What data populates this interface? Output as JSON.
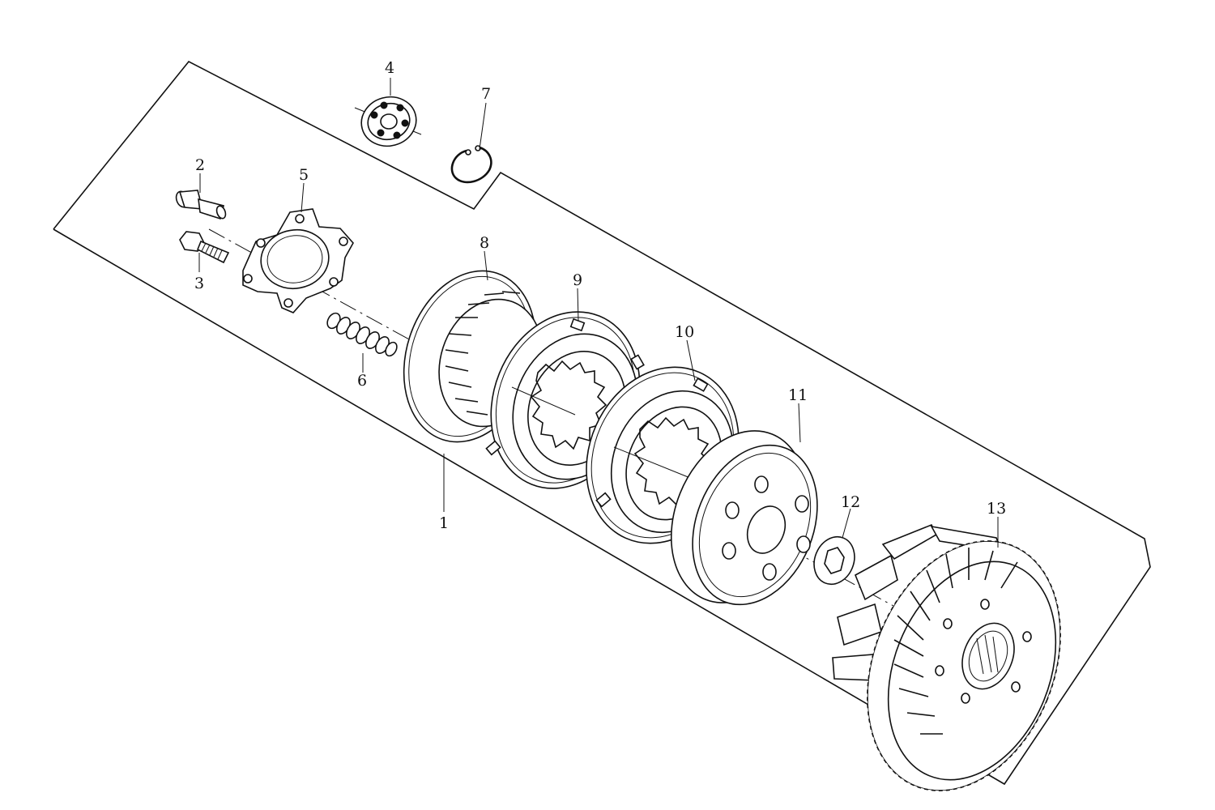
{
  "diagram": {
    "type": "exploded-parts-view",
    "callouts": [
      {
        "id": "c1",
        "label": "1"
      },
      {
        "id": "c2",
        "label": "2"
      },
      {
        "id": "c3",
        "label": "3"
      },
      {
        "id": "c4",
        "label": "4"
      },
      {
        "id": "c5",
        "label": "5"
      },
      {
        "id": "c6",
        "label": "6"
      },
      {
        "id": "c7",
        "label": "7"
      },
      {
        "id": "c8",
        "label": "8"
      },
      {
        "id": "c9",
        "label": "9"
      },
      {
        "id": "c10",
        "label": "10"
      },
      {
        "id": "c11",
        "label": "11"
      },
      {
        "id": "c12",
        "label": "12"
      },
      {
        "id": "c13",
        "label": "13"
      }
    ],
    "parts": [
      {
        "callout": "1",
        "icon": "assembly-outline-icon"
      },
      {
        "callout": "2",
        "icon": "pin-bolt-icon"
      },
      {
        "callout": "3",
        "icon": "bolt-icon"
      },
      {
        "callout": "4",
        "icon": "ball-bearing-icon"
      },
      {
        "callout": "5",
        "icon": "lifter-plate-icon"
      },
      {
        "callout": "6",
        "icon": "coil-spring-icon"
      },
      {
        "callout": "7",
        "icon": "circlip-icon"
      },
      {
        "callout": "8",
        "icon": "pressure-plate-icon"
      },
      {
        "callout": "9",
        "icon": "friction-disc-icon"
      },
      {
        "callout": "10",
        "icon": "clutch-plate-icon"
      },
      {
        "callout": "11",
        "icon": "clutch-center-icon"
      },
      {
        "callout": "12",
        "icon": "washer-icon"
      },
      {
        "callout": "13",
        "icon": "clutch-outer-icon"
      }
    ]
  }
}
